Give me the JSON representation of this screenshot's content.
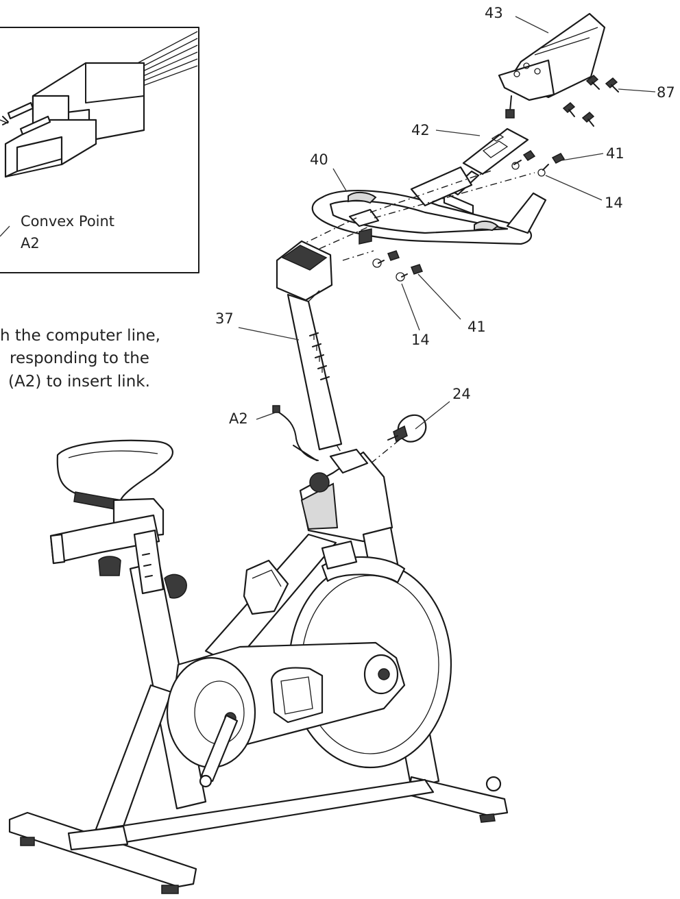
{
  "inset": {
    "label_line1": "Convex Point",
    "label_line2": "A2"
  },
  "instruction": {
    "lines": [
      "h the computer line,",
      "responding to the",
      "(A2) to insert link."
    ]
  },
  "callouts": {
    "c43": "43",
    "c87": "87",
    "c42": "42",
    "c41a": "41",
    "c40": "40",
    "c14a": "14",
    "c37": "37",
    "c14b": "14",
    "c41b": "41",
    "c24": "24",
    "a2": "A2"
  },
  "colors": {
    "ink": "#1a1a1a",
    "fill_dark": "#3a3a3a",
    "fill_grey": "#d9d9d9",
    "paper": "#ffffff"
  }
}
